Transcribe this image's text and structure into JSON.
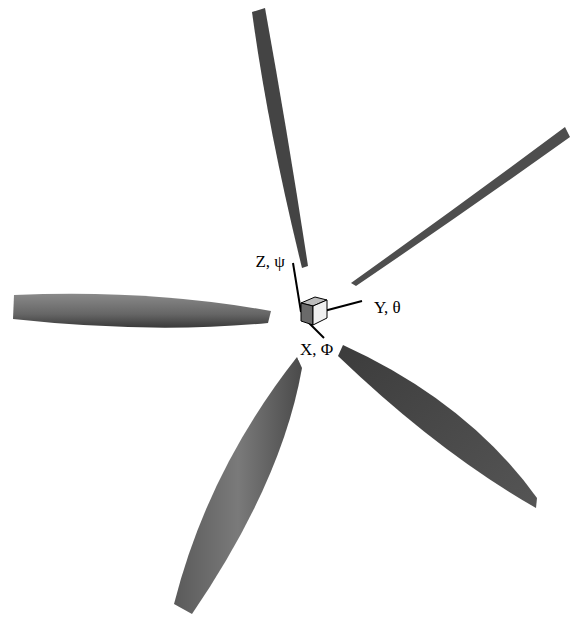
{
  "diagram": {
    "labels": [
      "Z, ψ",
      "Y, θ",
      "X, Φ"
    ]
  }
}
